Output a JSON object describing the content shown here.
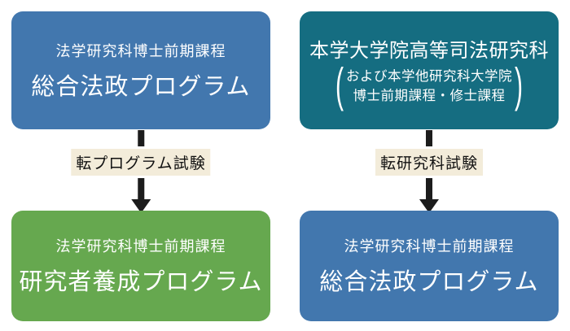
{
  "boxes": {
    "top_left": {
      "subtitle": "法学研究科博士前期課程",
      "title": "総合法政プログラム",
      "color": "#4277ae"
    },
    "top_right": {
      "title": "本学大学院高等司法研究科",
      "paren_open": "(",
      "paren_close": ")",
      "note_line1": "および本学他研究科大学院",
      "note_line2": "博士前期課程・修士課程",
      "color": "#156d81"
    },
    "bottom_left": {
      "subtitle": "法学研究科博士前期課程",
      "title": "研究者養成プログラム",
      "color": "#66a84f"
    },
    "bottom_right": {
      "subtitle": "法学研究科博士前期課程",
      "title": "総合法政プログラム",
      "color": "#4277ae"
    }
  },
  "arrows": {
    "left": {
      "label": "転プログラム試験"
    },
    "right": {
      "label": "転研究科試験"
    },
    "label_bg": "#f3ecda",
    "color": "#1c1c1c"
  }
}
